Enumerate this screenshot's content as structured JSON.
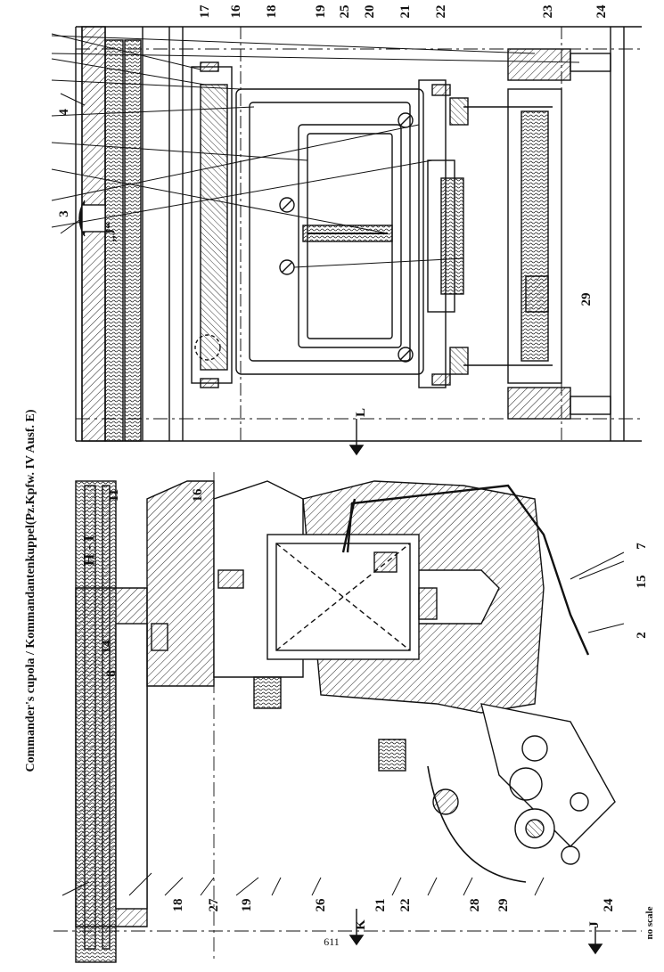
{
  "title": "Commander's cupola / Kommandantenkuppel(Pz.Kpfw. IV Ausf. E)",
  "section_hi": "H - I",
  "section_j": "„J“",
  "page_number": "611",
  "scale_note": "no scale",
  "labels": {
    "n2": "2",
    "n3": "3",
    "n4": "4",
    "n7": "7",
    "n8": "8",
    "n11": "11",
    "n14": "14",
    "n15": "15",
    "n16a": "16",
    "n16b": "16",
    "n17": "17",
    "n18a": "18",
    "n18b": "18",
    "n19a": "19",
    "n19b": "19",
    "n20": "20",
    "n21a": "21",
    "n21b": "21",
    "n22a": "22",
    "n22b": "22",
    "n23": "23",
    "n24a": "24",
    "n24b": "24",
    "n25": "25",
    "n26": "26",
    "n27": "27",
    "n28": "28",
    "n29a": "29",
    "n29b": "29",
    "J": "J",
    "K": "K",
    "L": "L"
  }
}
